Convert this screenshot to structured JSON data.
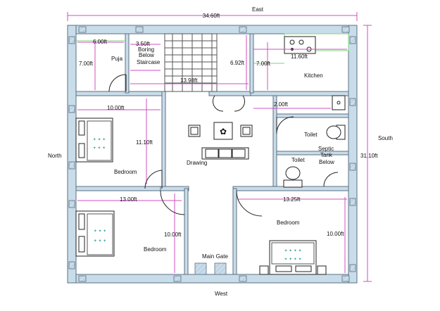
{
  "compass": {
    "east": "East",
    "west": "West",
    "north": "North",
    "south": "South"
  },
  "overall": {
    "width": "34.60ft",
    "depth": "31.10ft"
  },
  "rooms": {
    "puja": {
      "label": "Puja",
      "width": "6.00ft",
      "depth": "7.00ft"
    },
    "boring": {
      "line1": "Boring",
      "line2": "Below",
      "line3": "Staircase",
      "width": "3.50ft"
    },
    "stair_dims": {
      "width": "13.98ft",
      "depth": "6.92ft"
    },
    "kitchen": {
      "label": "Kitchen",
      "width": "11.60ft",
      "depth": "7.00ft"
    },
    "bedroom_nw": {
      "label": "Bedroom",
      "width": "10.00ft",
      "depth": "11.10ft"
    },
    "drawing": {
      "label": "Drawing"
    },
    "toilet_upper": {
      "label": "Toilet",
      "width": "2.00ft"
    },
    "toilet_lower": {
      "label": "Toilet"
    },
    "septic": {
      "line1": "Septic",
      "line2": "Tank",
      "line3": "Below"
    },
    "bedroom_sw": {
      "label": "Bedroom",
      "width": "13.00ft",
      "depth": "10.00ft"
    },
    "main_gate": {
      "label": "Main Gate"
    },
    "bedroom_se": {
      "label": "Bedroom",
      "width": "13.25ft",
      "depth": "10.00ft"
    }
  },
  "colors": {
    "wall": "#c9dcea",
    "dimension": "#d04fc2",
    "guide": "#7fd37f"
  },
  "icons": [
    "stair-icon",
    "stove-icon",
    "bed-icon",
    "sofa-icon",
    "toilet-icon",
    "door-swing-icon"
  ]
}
